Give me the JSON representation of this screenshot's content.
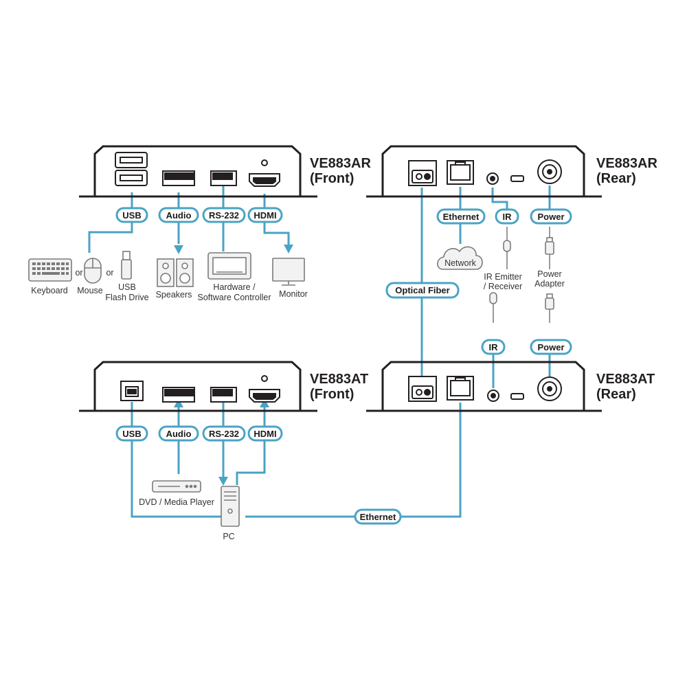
{
  "colors": {
    "cable": "#4aa3c4",
    "device": "#231f20",
    "peripheral": "#7a7a7a",
    "peripheral_fill": "#f2f2f2"
  },
  "units": {
    "ar_front": {
      "title_line1": "VE883AR",
      "title_line2": "(Front)"
    },
    "ar_rear": {
      "title_line1": "VE883AR",
      "title_line2": "(Rear)"
    },
    "at_front": {
      "title_line1": "VE883AT",
      "title_line2": "(Front)"
    },
    "at_rear": {
      "title_line1": "VE883AT",
      "title_line2": "(Rear)"
    }
  },
  "ports": {
    "ar_front": {
      "usb": "USB",
      "audio": "Audio",
      "rs232": "RS-232",
      "hdmi": "HDMI"
    },
    "ar_rear": {
      "ethernet": "Ethernet",
      "ir": "IR",
      "power": "Power"
    },
    "at_front": {
      "usb": "USB",
      "audio": "Audio",
      "rs232": "RS-232",
      "hdmi": "HDMI"
    },
    "at_rear": {
      "ir": "IR",
      "power": "Power"
    },
    "link": {
      "optical_fiber": "Optical Fiber",
      "ethernet": "Ethernet"
    }
  },
  "devices": {
    "keyboard": "Keyboard",
    "or_1": "or",
    "mouse": "Mouse",
    "or_2": "or",
    "usb_drive_line1": "USB",
    "usb_drive_line2": "Flash Drive",
    "speakers": "Speakers",
    "controller_line1": "Hardware /",
    "controller_line2": "Software Controller",
    "monitor": "Monitor",
    "network": "Network",
    "ir_emitter_line1": "IR Emitter",
    "ir_emitter_line2": "/ Receiver",
    "power_adapter_line1": "Power",
    "power_adapter_line2": "Adapter",
    "dvd_player": "DVD / Media Player",
    "pc": "PC"
  }
}
